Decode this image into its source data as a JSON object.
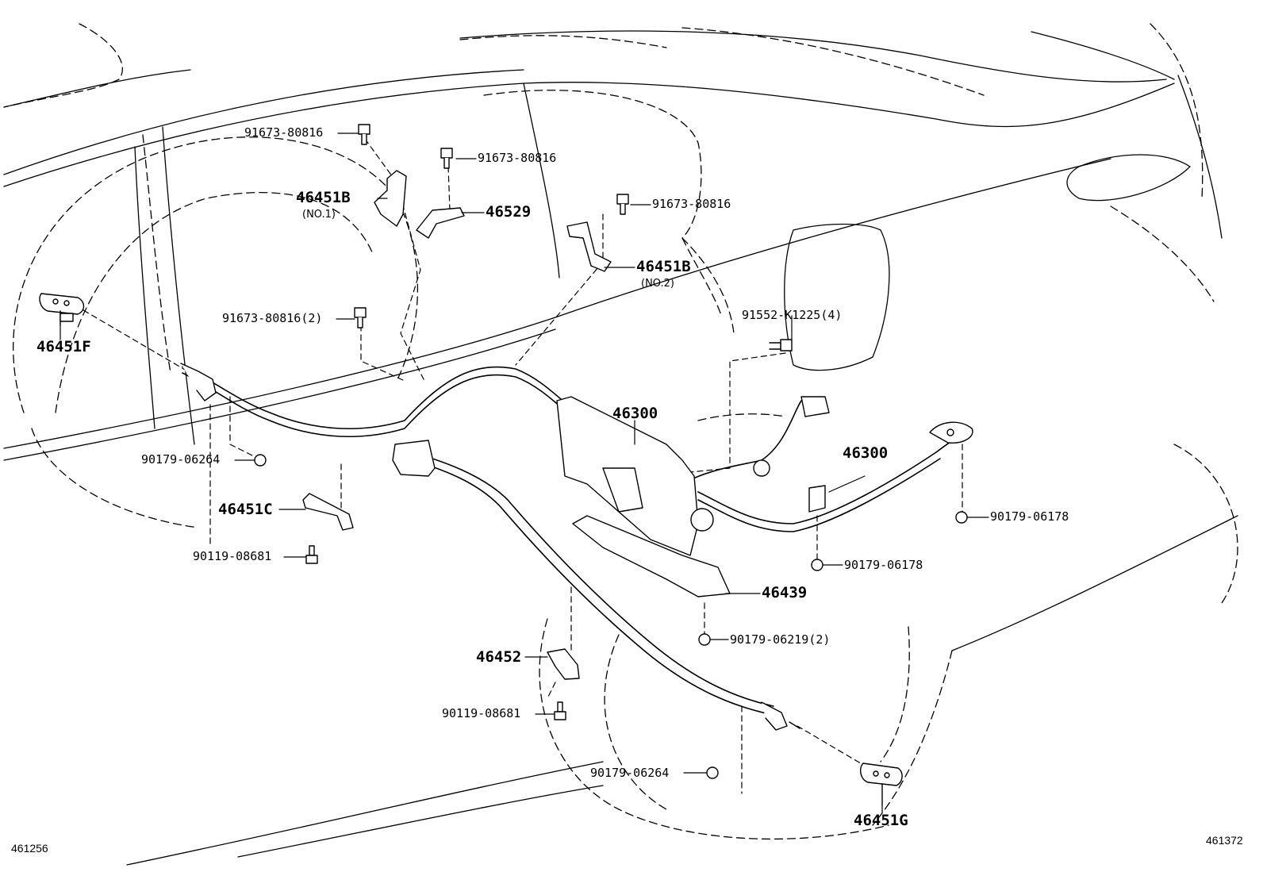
{
  "labels": {
    "p_91673_80816_a": "91673-80816",
    "p_91673_80816_b": "91673-80816",
    "p_91673_80816_c": "91673-80816",
    "p_91673_80816_2": "91673-80816(2)",
    "p_46451b_1": "46451B",
    "p_no1": "(NO.1)",
    "p_46529": "46529",
    "p_46451b_2": "46451B",
    "p_no2": "(NO.2)",
    "p_46451f": "46451F",
    "p_91552": "91552-K1225(4)",
    "p_46300_a": "46300",
    "p_46300_b": "46300",
    "p_90179_06264_a": "90179-06264",
    "p_46451c": "46451C",
    "p_90119_08681_a": "90119-08681",
    "p_90179_06178_a": "90179-06178",
    "p_90179_06178_b": "90179-06178",
    "p_46439": "46439",
    "p_90179_06219": "90179-06219(2)",
    "p_46452": "46452",
    "p_90119_08681_b": "90119-08681",
    "p_90179_06264_b": "90179-06264",
    "p_46451g": "46451G"
  },
  "footer": {
    "left_code": "461256",
    "right_code": "461372"
  }
}
